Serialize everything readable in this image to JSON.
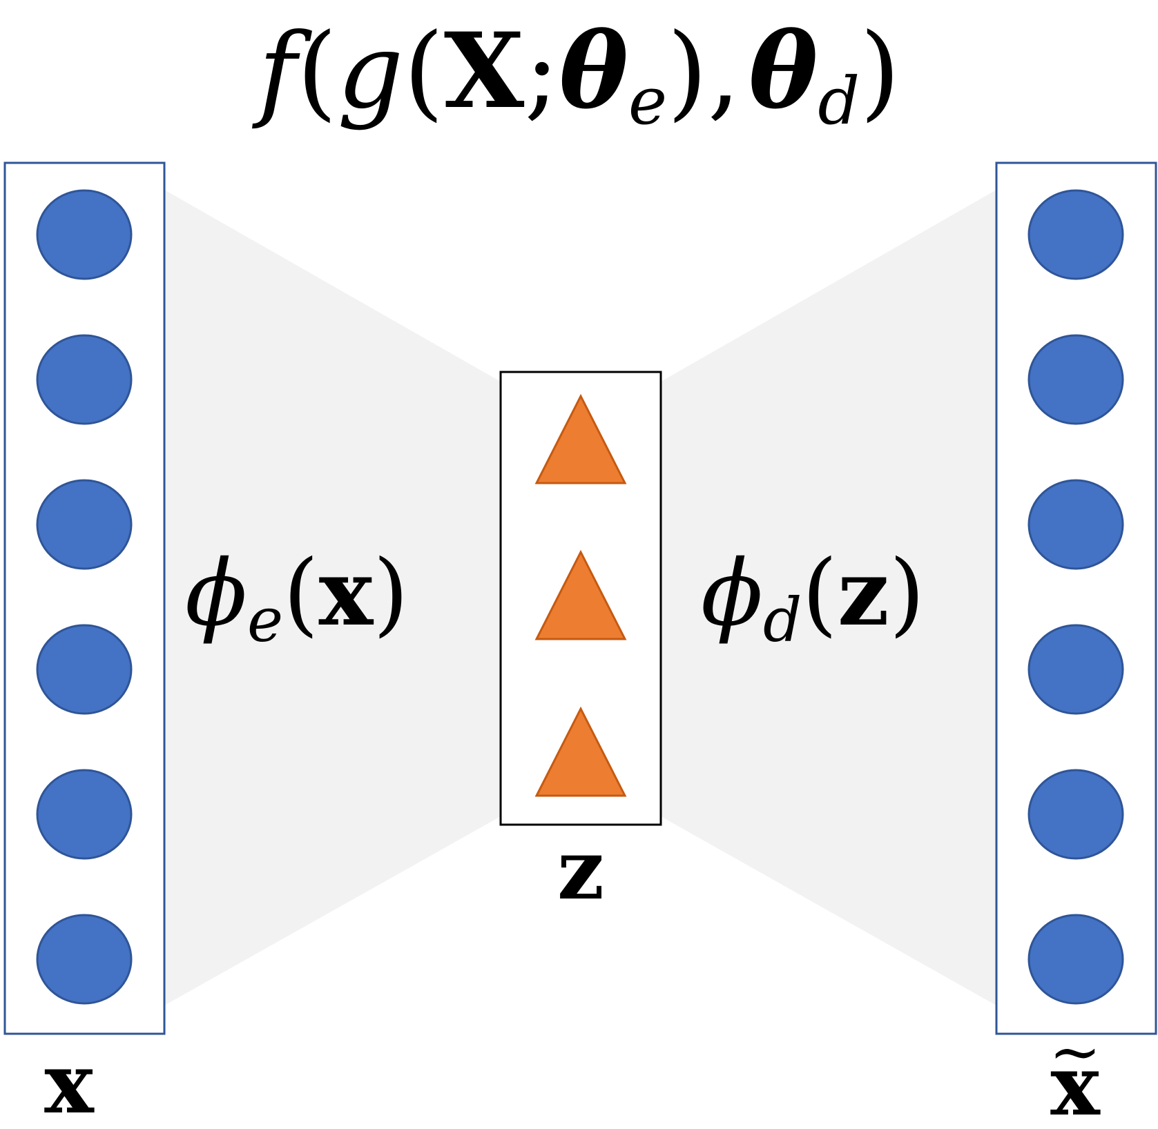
{
  "diagram": {
    "title": {
      "f": "f",
      "open1": "(",
      "g": "g",
      "open2": "(",
      "X": "X",
      "semicolon": ";",
      "theta_e": "θ",
      "e_sub": "e",
      "close2": ")",
      "comma": ",",
      "theta_d": "θ",
      "d_sub": "d",
      "close1": ")"
    },
    "encoder_label": {
      "phi": "ϕ",
      "sub": "e",
      "open": "(",
      "arg": "x",
      "close": ")"
    },
    "decoder_label": {
      "phi": "ϕ",
      "sub": "d",
      "open": "(",
      "arg": "z",
      "close": ")"
    },
    "input_label": "x",
    "latent_label": "z",
    "output_label": "x",
    "output_tilde": "~",
    "input_nodes": 6,
    "latent_nodes": 3,
    "output_nodes": 6,
    "colors": {
      "node_fill": "#4472c4",
      "node_stroke": "#2f5597",
      "latent_fill": "#ed7d31",
      "latent_stroke": "#c55a11",
      "layer_border": "#2f5597",
      "latent_border": "#000000",
      "funnel_fill": "#f2f2f2"
    }
  }
}
